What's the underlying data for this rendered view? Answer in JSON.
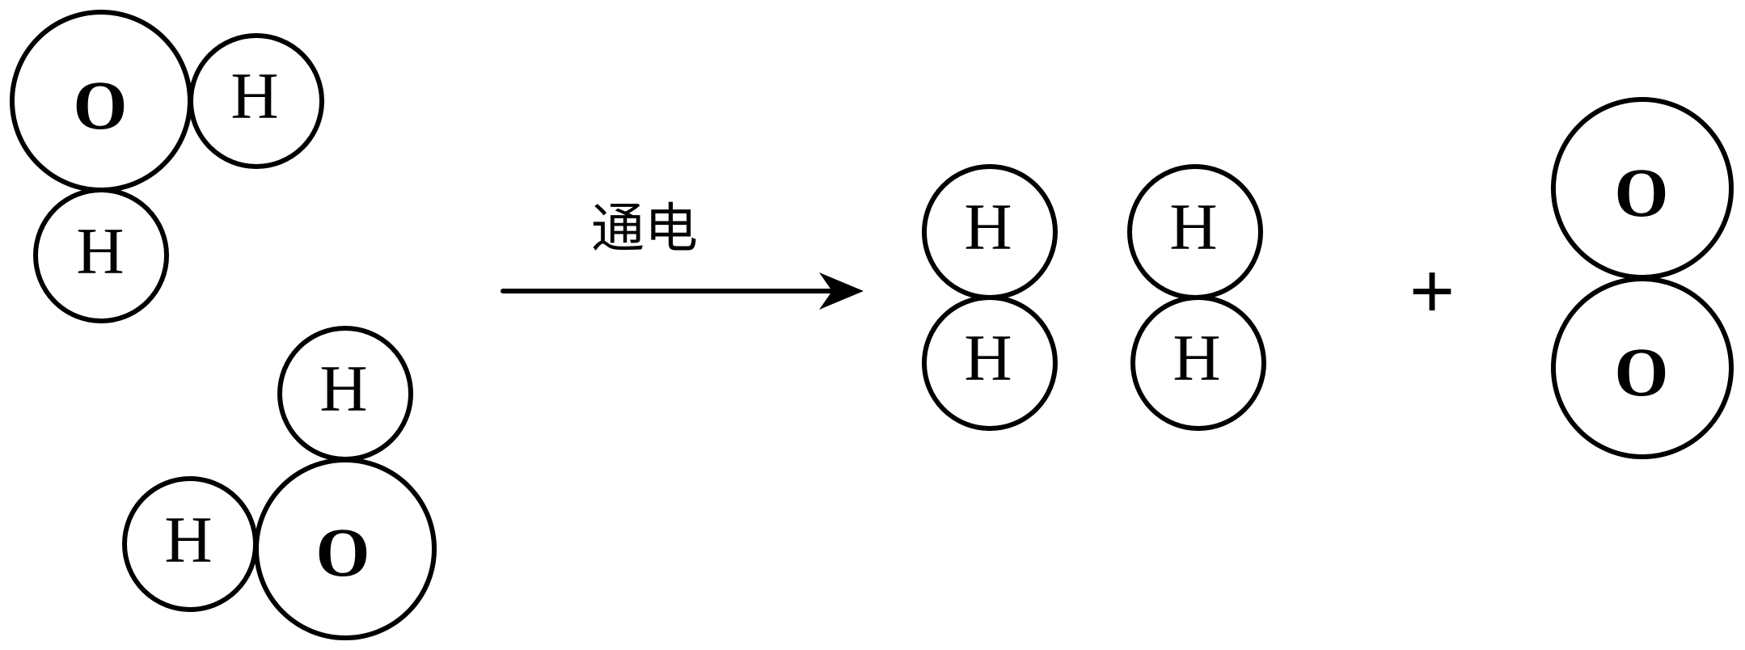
{
  "reaction": {
    "reactant_molecule_1": {
      "o_atom": "O",
      "h_atom_right": "H",
      "h_atom_below": "H"
    },
    "reactant_molecule_2": {
      "h_atom_top": "H",
      "h_atom_left": "H",
      "o_atom": "O"
    },
    "arrow_condition": "通电",
    "product_h2_molecule_1": {
      "h_atom_top": "H",
      "h_atom_bottom": "H"
    },
    "product_h2_molecule_2": {
      "h_atom_top": "H",
      "h_atom_bottom": "H"
    },
    "plus_sign": "+",
    "product_o2_molecule": {
      "o_atom_top": "O",
      "o_atom_bottom": "O"
    }
  },
  "colors": {
    "stroke": "#000000",
    "background": "#ffffff"
  }
}
